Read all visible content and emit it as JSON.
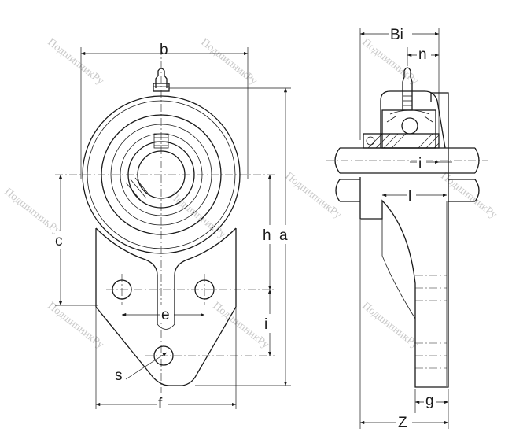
{
  "watermark": {
    "text": "ПодшипникРу"
  },
  "front_view": {
    "labels": {
      "b": "b",
      "c": "c",
      "h": "h",
      "a": "a",
      "e": "e",
      "i": "i",
      "s": "s",
      "f": "f"
    }
  },
  "side_view": {
    "labels": {
      "Bi": "Bi",
      "n": "n",
      "i": "i",
      "l": "l",
      "g": "g",
      "Z": "Z"
    }
  }
}
